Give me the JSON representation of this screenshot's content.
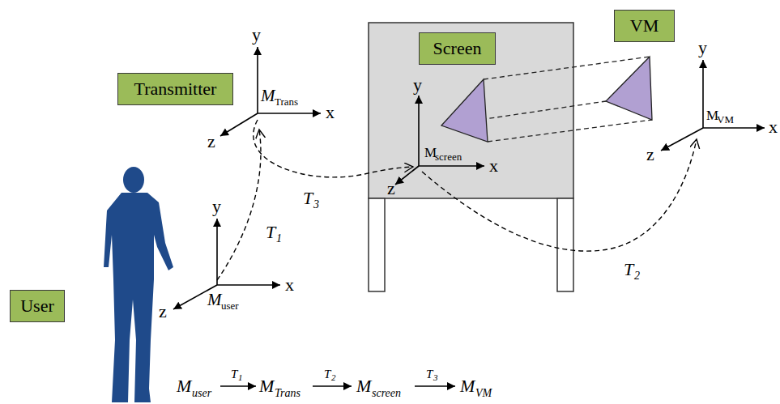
{
  "diagram": {
    "nodes": [
      {
        "text": [
          "Transmitter"
        ]
      },
      {
        "text": [
          "Screen"
        ]
      },
      {
        "text": [
          "VM"
        ]
      },
      {
        "text": [
          "User"
        ]
      }
    ],
    "labels": [
      "y",
      "x",
      "z",
      "M",
      "Trans",
      "y",
      "x",
      "z",
      "M",
      "screen",
      "y",
      "x",
      "z",
      "M",
      "VM",
      "y",
      "x",
      "z",
      "M",
      "user",
      "T",
      "3",
      "T",
      "1",
      "T",
      "2",
      "M",
      "user",
      "T",
      "1",
      "M",
      "Trans",
      "T",
      "2",
      "M",
      "screen",
      "T",
      "3",
      "M",
      "VM"
    ]
  }
}
